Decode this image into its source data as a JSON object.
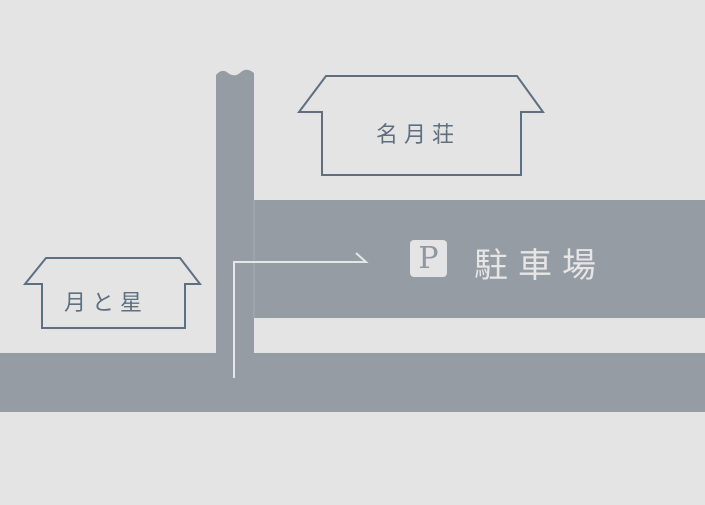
{
  "map": {
    "colors": {
      "background": "#e4e4e4",
      "road": "#959ca3",
      "building_outline": "#5e6f80",
      "building_label": "#5e6f80",
      "arrow": "#e6e6e6",
      "parking_text": "#e6e6e6"
    },
    "buildings": [
      {
        "name": "名月荘"
      },
      {
        "name": "月と星"
      }
    ],
    "parking": {
      "badge_icon": "P",
      "label": "駐車場"
    }
  }
}
